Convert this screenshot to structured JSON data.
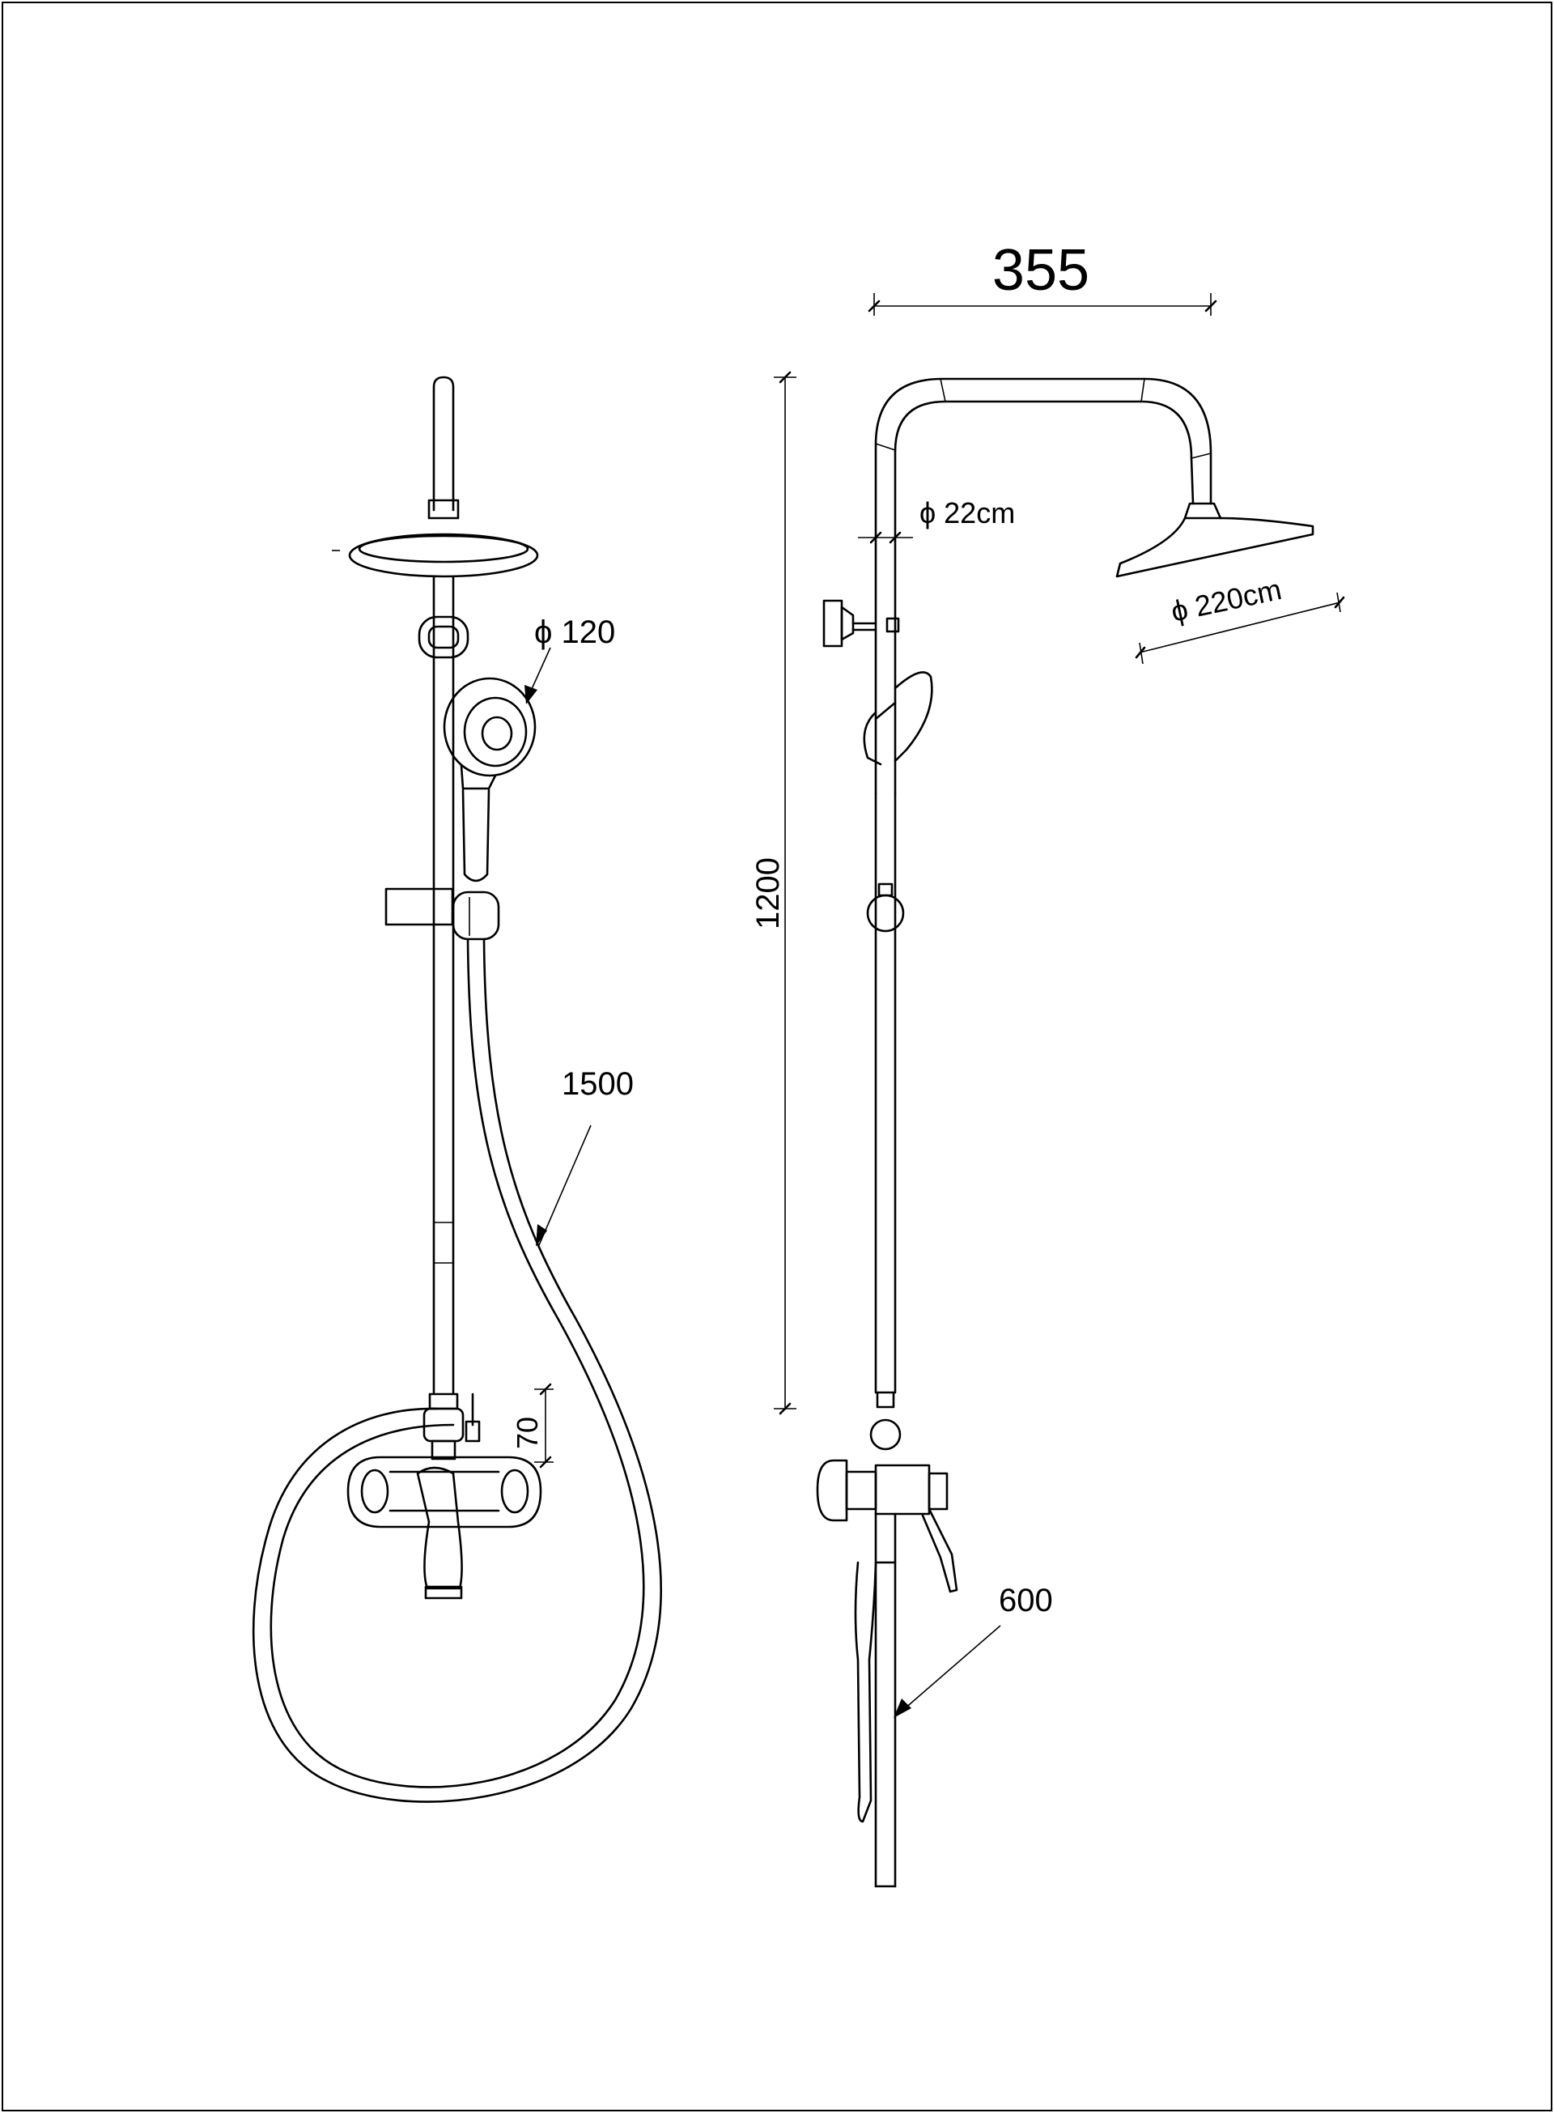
{
  "dimensions": {
    "hand_shower_dia": "ϕ 120",
    "hose_length": "1500",
    "outlet_offset": "70",
    "arm_reach": "355",
    "pipe_dia": "ϕ 22cm",
    "head_dia": "ϕ 220cm",
    "rail_height": "1200",
    "hose_length_side": "600"
  }
}
